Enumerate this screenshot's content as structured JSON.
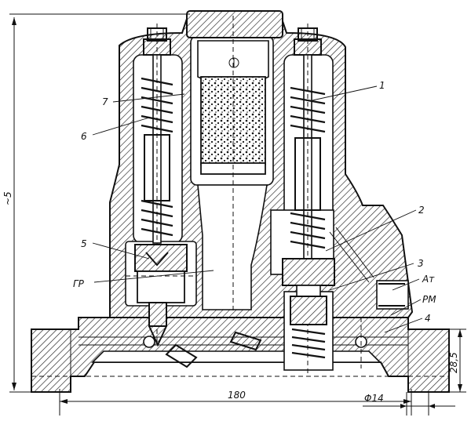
{
  "labels": {
    "l1": "1",
    "l2": "2",
    "l3": "3",
    "l4": "4",
    "l5": "5",
    "l6": "6",
    "l7": "7",
    "gr": "ГР",
    "at": "Ат",
    "rm": "РМ"
  },
  "dimensions": {
    "width": "180",
    "height_right": "28,5",
    "diameter": "Φ14",
    "height_left": "~5"
  }
}
